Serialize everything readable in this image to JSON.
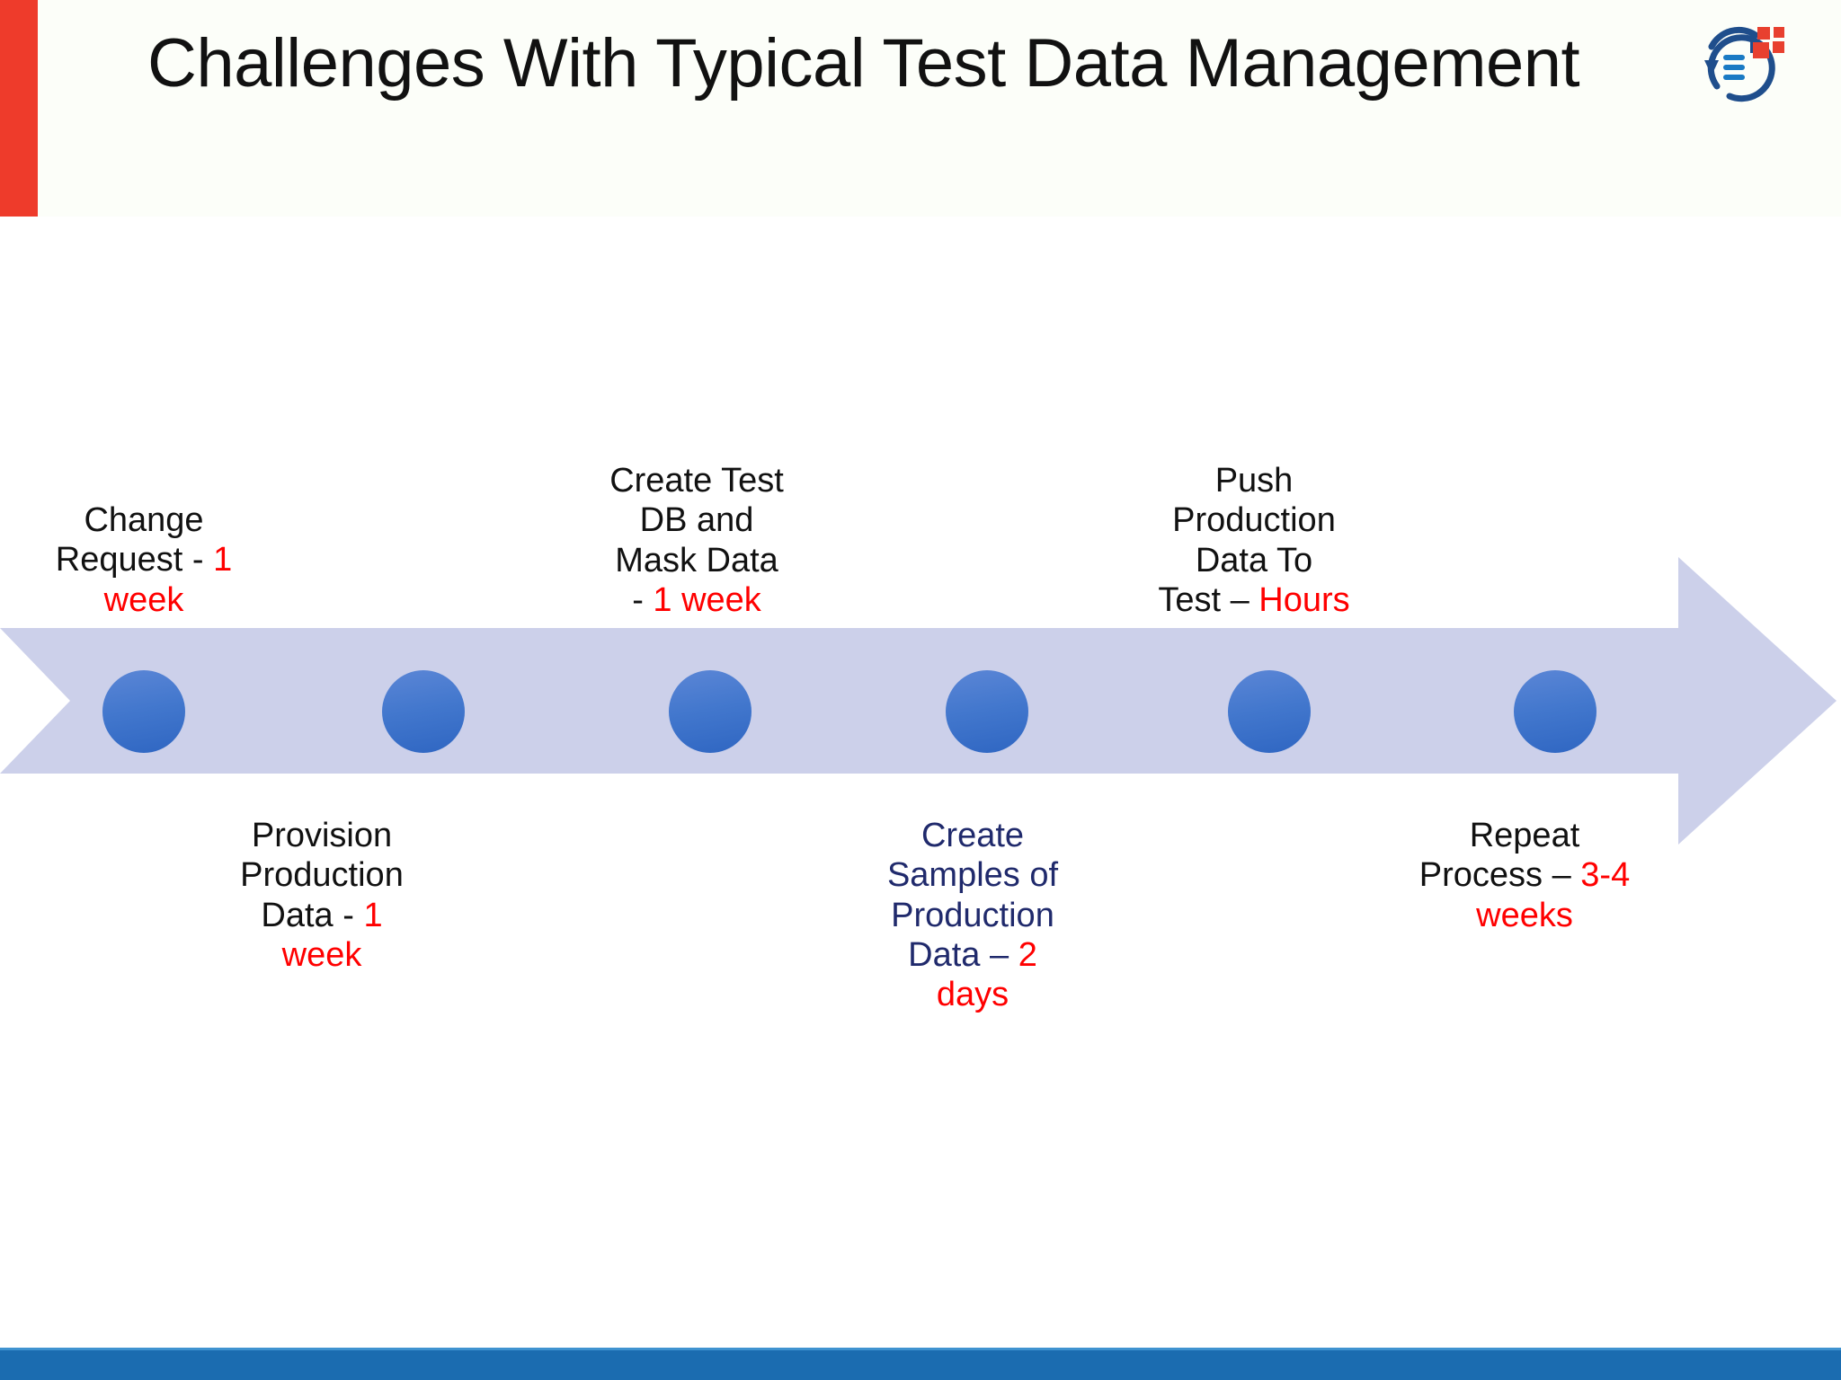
{
  "slide": {
    "title": "Challenges With Typical Test Data Management",
    "accent_color": "#ee3b2b",
    "footer_color": "#1b6cb0",
    "band_color": "#ccd0ea",
    "dot_color": "#4277cd",
    "highlight_color": "#ff0000",
    "navy_color": "#202a6c"
  },
  "logo": {
    "name": "test-data-refresh-logo",
    "arc_color": "#1f4e8c",
    "line_color": "#1a7ac4",
    "square_color": "#e8402f"
  },
  "timeline": {
    "arrow_name": "process-timeline-arrow",
    "dots": [
      {
        "label": "step-dot-1"
      },
      {
        "label": "step-dot-2"
      },
      {
        "label": "step-dot-3"
      },
      {
        "label": "step-dot-4"
      },
      {
        "label": "step-dot-5"
      },
      {
        "label": "step-dot-6"
      }
    ],
    "steps": [
      {
        "id": "change-request",
        "position": "above",
        "color": "black",
        "text_plain": "Change Request - 1 week",
        "segments": [
          {
            "t": "Change\nRequest - ",
            "hl": false
          },
          {
            "t": "1\nweek",
            "hl": true
          }
        ]
      },
      {
        "id": "provision-production-data",
        "position": "below",
        "color": "black",
        "text_plain": "Provision Production Data - 1 week",
        "segments": [
          {
            "t": "Provision\nProduction\nData - ",
            "hl": false
          },
          {
            "t": "1\nweek",
            "hl": true
          }
        ]
      },
      {
        "id": "create-test-db-mask-data",
        "position": "above",
        "color": "black",
        "text_plain": "Create Test DB and Mask Data - 1 week",
        "segments": [
          {
            "t": "Create Test\nDB and\nMask Data\n- ",
            "hl": false
          },
          {
            "t": "1 week",
            "hl": true
          }
        ]
      },
      {
        "id": "create-samples-production-data",
        "position": "below",
        "color": "navy",
        "text_plain": "Create Samples of Production Data – 2 days",
        "segments": [
          {
            "t": "Create\nSamples of\nProduction\nData – ",
            "hl": false
          },
          {
            "t": "2\ndays",
            "hl": true
          }
        ]
      },
      {
        "id": "push-production-data-to-test",
        "position": "above",
        "color": "black",
        "text_plain": "Push Production Data To Test – Hours",
        "segments": [
          {
            "t": "Push\nProduction\nData To\nTest – ",
            "hl": false
          },
          {
            "t": "Hours",
            "hl": true
          }
        ]
      },
      {
        "id": "repeat-process",
        "position": "below",
        "color": "black",
        "text_plain": "Repeat Process – 3-4 weeks",
        "segments": [
          {
            "t": "Repeat\nProcess – ",
            "hl": false
          },
          {
            "t": "3-4 weeks",
            "hl": true
          }
        ]
      }
    ]
  }
}
